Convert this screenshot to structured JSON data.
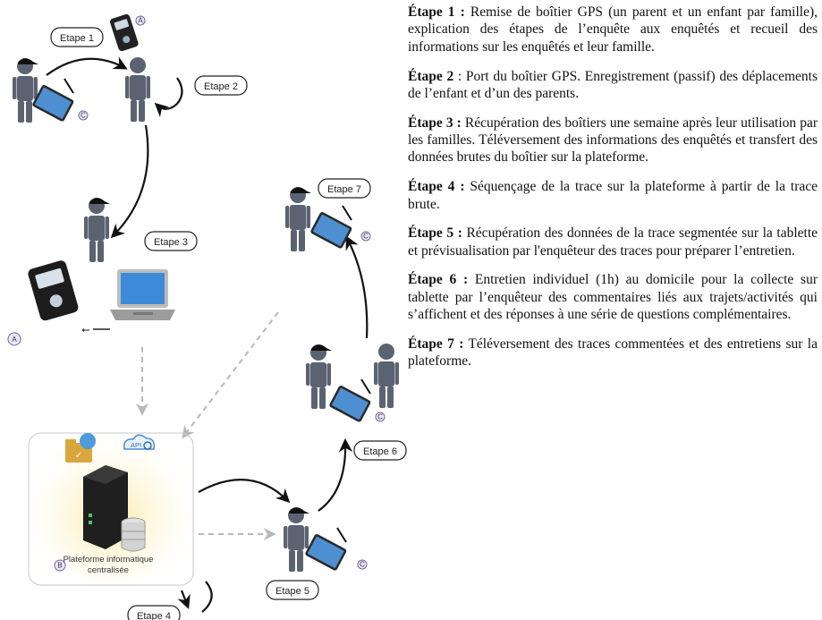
{
  "step_labels": {
    "etape1": "Etape 1",
    "etape2": "Etape 2",
    "etape3": "Etape 3",
    "etape4": "Etape 4",
    "etape5": "Etape 5",
    "etape6": "Etape 6",
    "etape7": "Etape 7"
  },
  "markers": {
    "a": "A",
    "b": "B",
    "c": "C",
    "api": "API"
  },
  "platform": {
    "line1": "Plateforme informatique",
    "line2": "centralisée"
  },
  "steps": [
    {
      "title": "Étape 1 :",
      "text": "Remise de boîtier GPS (un parent et un enfant par famille), explication des étapes de l’enquête aux enquêtés et recueil des informations sur les enquêtés et leur famille."
    },
    {
      "title": "Étape 2",
      "text": ": Port du boîtier GPS. Enregistrement (passif) des déplacements de l’enfant et d’un des parents."
    },
    {
      "title": "Étape 3 :",
      "text": "Récupération des boîtiers une semaine après leur utilisation par les familles. Téléversement des informations des enquêtés et transfert des données brutes du boîtier sur la plateforme."
    },
    {
      "title": "Étape 4 :",
      "text": "Séquençage de la trace sur la plateforme à partir de la trace brute."
    },
    {
      "title": "Étape 5 :",
      "text": "Récupération des données de la trace segmentée sur la tablette et prévisualisation par l'enquêteur des traces pour préparer l’entretien."
    },
    {
      "title": "Étape 6 :",
      "text": "Entretien individuel (1h) au domicile pour la collecte sur tablette par l’enquêteur des commentaires liés aux trajets/activités qui s’affichent et des réponses à une série de questions complémentaires."
    },
    {
      "title": "Étape 7 :",
      "text": "Téléversement des traces commentées et des entretiens sur la plateforme."
    }
  ]
}
